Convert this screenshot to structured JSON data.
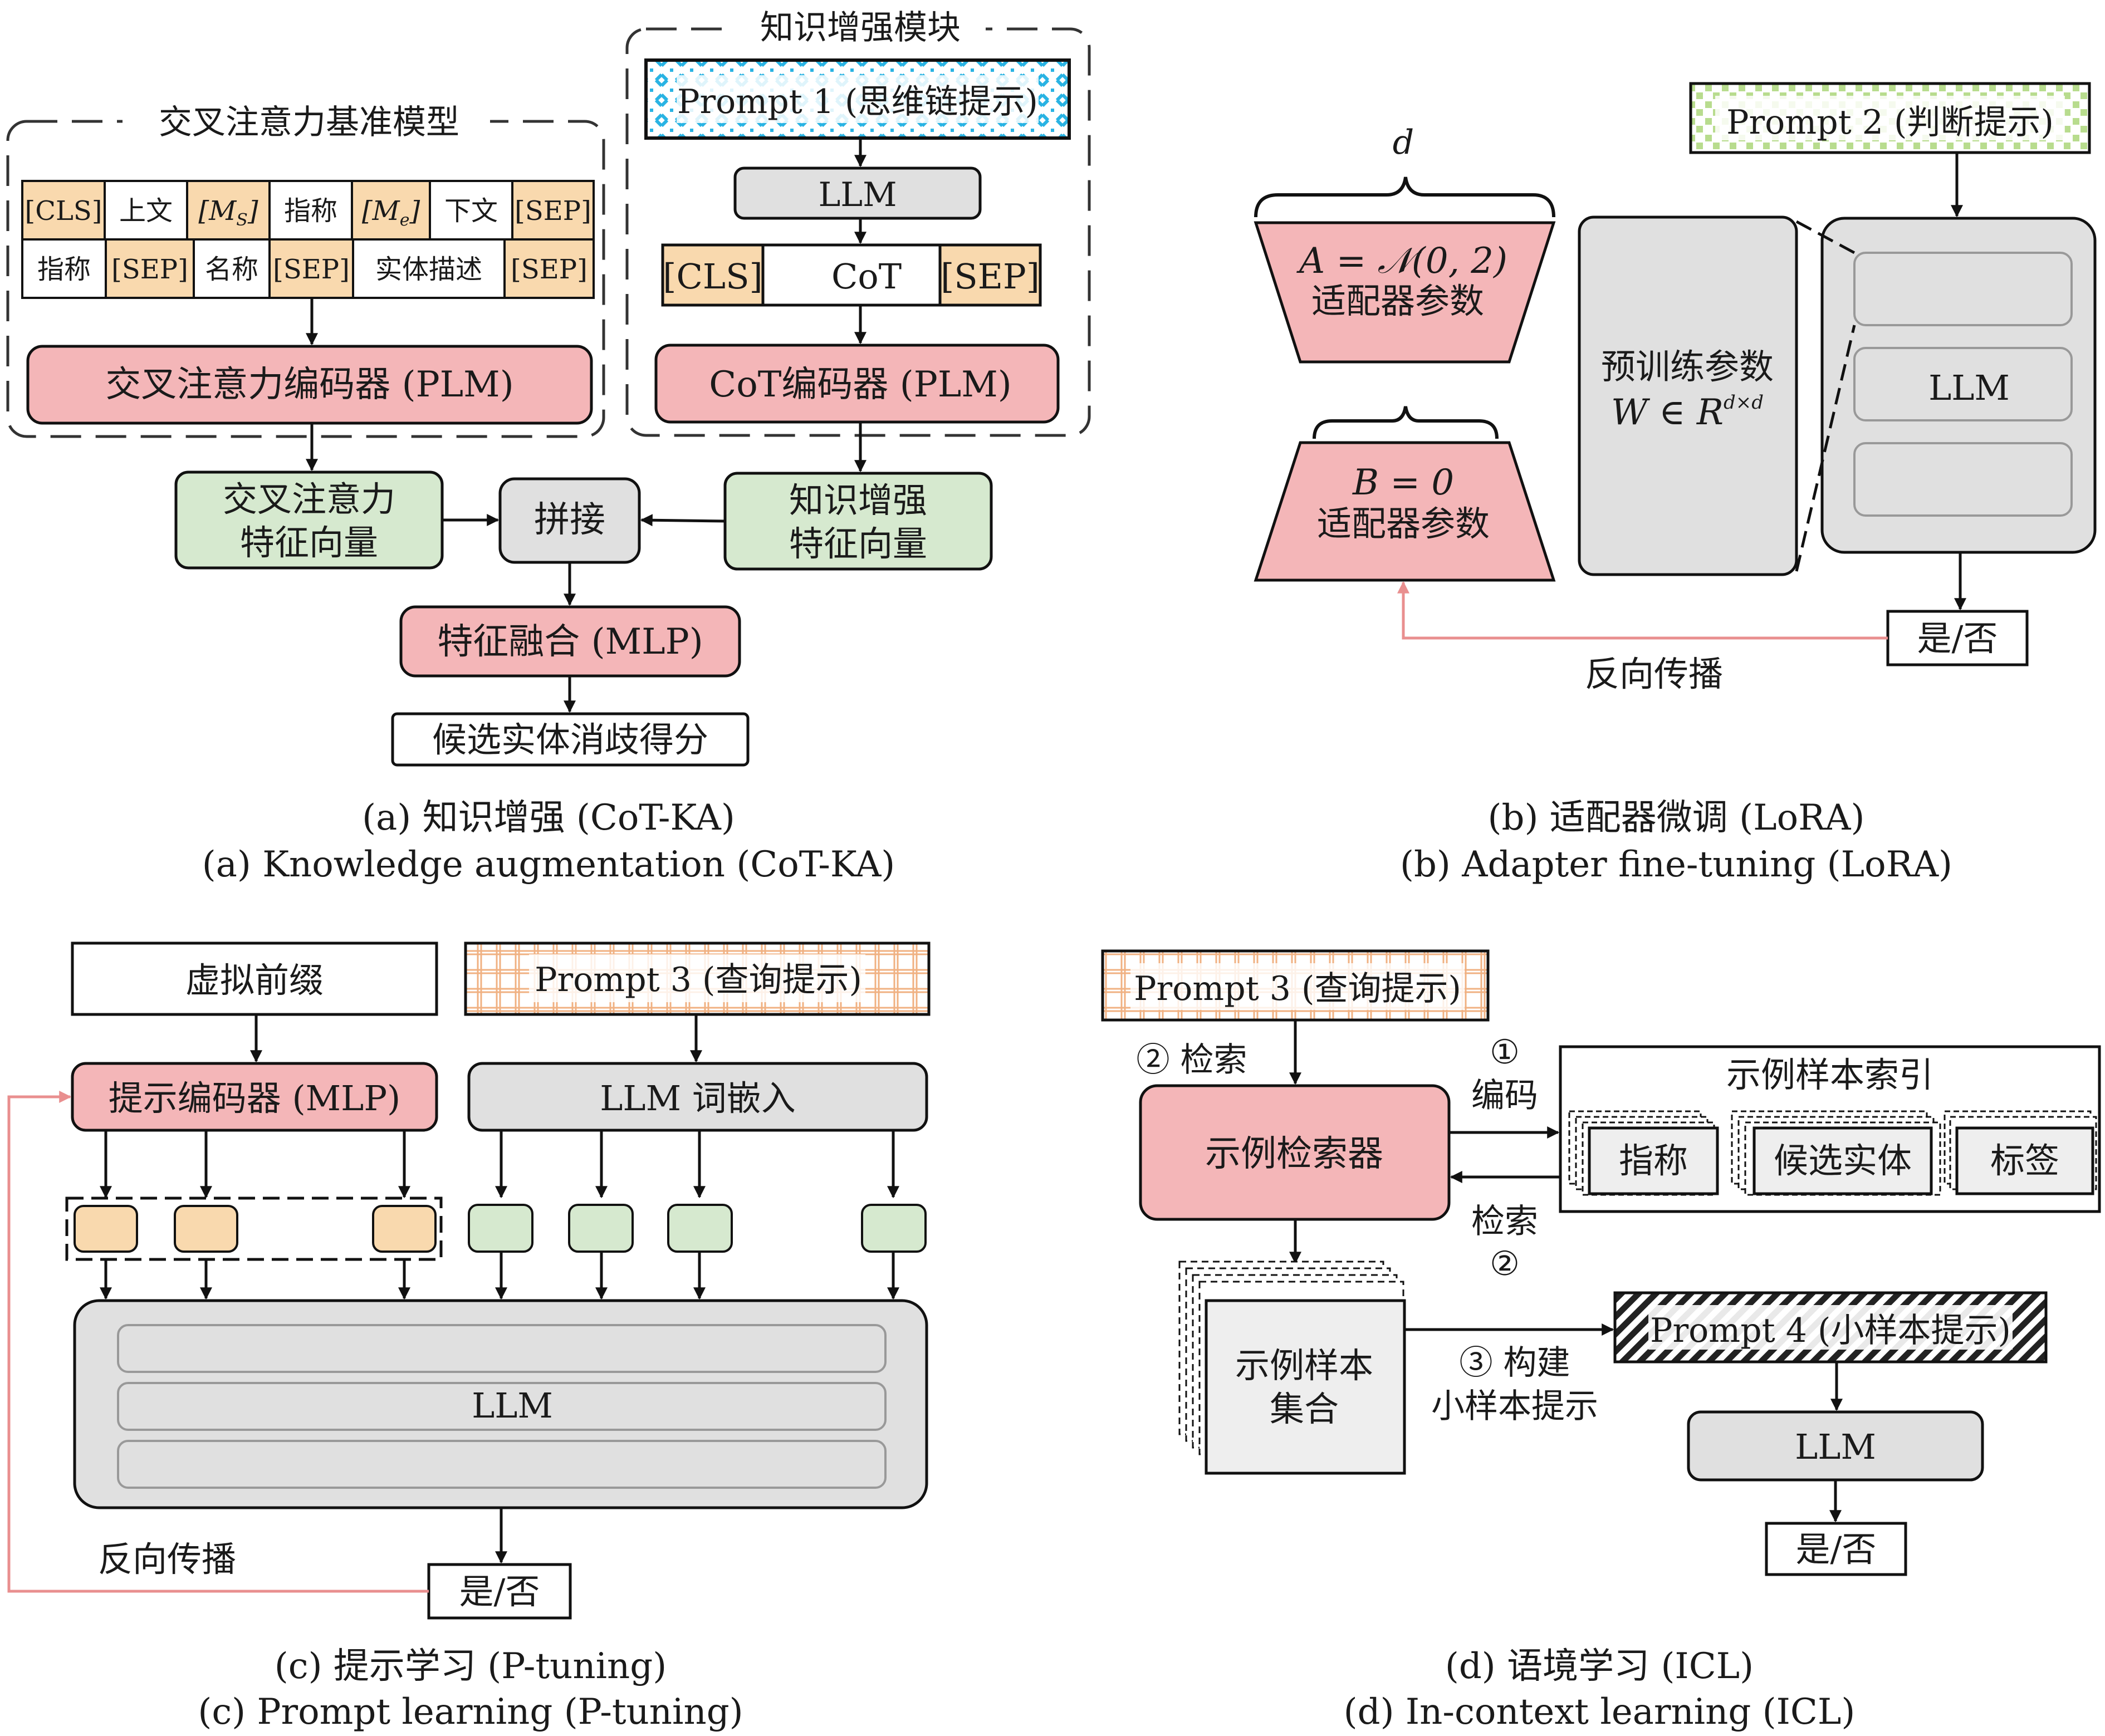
{
  "colors": {
    "pink": "#f4b6b8",
    "green": "#d6e9cf",
    "orange": "#f9d9ae",
    "gray": "#e0e0e0",
    "grayInner": "#ececec",
    "arrow": "#111111",
    "backprop": "#e98f8f",
    "dashed": "#333333",
    "cyan": "#29b3e3",
    "lightGreen": "#b8dc8e",
    "peach": "#f0b182"
  },
  "a": {
    "cross_group_label": "交叉注意力基准模型",
    "ka_group_label": "知识增强模块",
    "row1": [
      "[CLS]",
      "上文",
      "[M",
      "S",
      "]",
      "指称",
      "[M",
      "e",
      "]",
      "下文",
      "[SEP]"
    ],
    "row2": [
      "指称",
      "[SEP]",
      "名称",
      "[SEP]",
      "实体描述",
      "[SEP]"
    ],
    "cross_encoder": "交叉注意力编码器 (PLM)",
    "prompt1": "Prompt 1 (思维链提示)",
    "llm": "LLM",
    "cot_tokens": [
      "[CLS]",
      "CoT",
      "[SEP]"
    ],
    "cot_encoder": "CoT编码器 (PLM)",
    "cross_feature": [
      "交叉注意力",
      "特征向量"
    ],
    "concat": "拼接",
    "ka_feature": [
      "知识增强",
      "特征向量"
    ],
    "fusion": "特征融合 (MLP)",
    "score": "候选实体消歧得分",
    "caption_zh": "(a) 知识增强 (CoT-KA)",
    "caption_en": "(a) Knowledge augmentation (CoT-KA)"
  },
  "b": {
    "d_label": "d",
    "adapter_a": [
      "A = 𝒩(0, 2)",
      "适配器参数"
    ],
    "adapter_b": [
      "B = 0",
      "适配器参数"
    ],
    "pretrained": [
      "预训练参数",
      "W ∈ R",
      "d×d"
    ],
    "prompt2": "Prompt 2 (判断提示)",
    "llm": "LLM",
    "yes_no": "是/否",
    "backprop": "反向传播",
    "caption_zh": "(b) 适配器微调 (LoRA)",
    "caption_en": "(b) Adapter fine-tuning (LoRA)"
  },
  "c": {
    "virtual_prefix": "虚拟前缀",
    "prompt3": "Prompt 3 (查询提示)",
    "prompt_encoder": "提示编码器 (MLP)",
    "llm_embed": "LLM 词嵌入",
    "llm": "LLM",
    "backprop": "反向传播",
    "yes_no": "是/否",
    "caption_zh": "(c) 提示学习 (P-tuning)",
    "caption_en": "(c) Prompt learning (P-tuning)"
  },
  "d": {
    "prompt3": "Prompt 3 (查询提示)",
    "retrieve_label": "② 检索",
    "encode_label": [
      "①",
      "编码"
    ],
    "retriever": "示例检索器",
    "index_title": "示例样本索引",
    "index_items": [
      "指称",
      "候选实体",
      "标签"
    ],
    "retrieve_back": [
      "检索",
      "②"
    ],
    "sample_set": [
      "示例样本",
      "集合"
    ],
    "build_label": [
      "③ 构建",
      "小样本提示"
    ],
    "prompt4": "Prompt 4 (小样本提示)",
    "llm": "LLM",
    "yes_no": "是/否",
    "caption_zh": "(d) 语境学习 (ICL)",
    "caption_en": "(d) In-context learning (ICL)"
  }
}
